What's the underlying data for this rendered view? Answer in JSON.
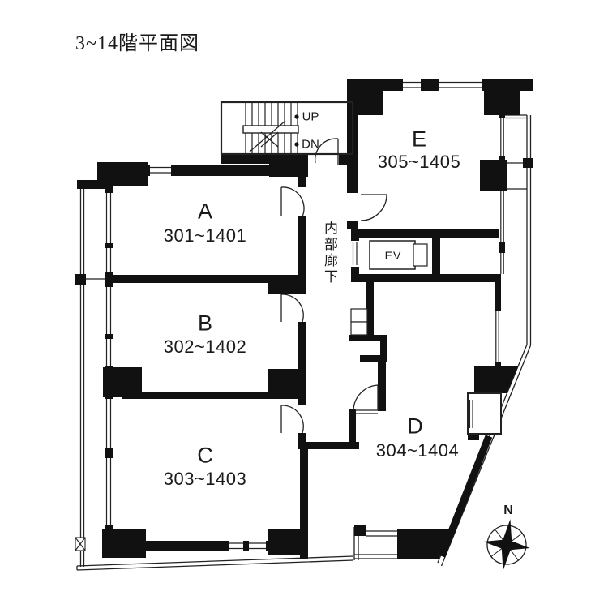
{
  "title": "3~14階平面図",
  "rooms": [
    {
      "name": "A",
      "range": "301~1401"
    },
    {
      "name": "B",
      "range": "302~1402"
    },
    {
      "name": "C",
      "range": "303~1403"
    },
    {
      "name": "D",
      "range": "304~1404"
    },
    {
      "name": "E",
      "range": "305~1405"
    }
  ],
  "labels": {
    "elevator": "EV",
    "up": "UP",
    "down": "DN",
    "corridor": "内部廊下",
    "north": "N"
  },
  "colors": {
    "wall": "#111111",
    "line": "#222222",
    "bg": "#ffffff"
  }
}
